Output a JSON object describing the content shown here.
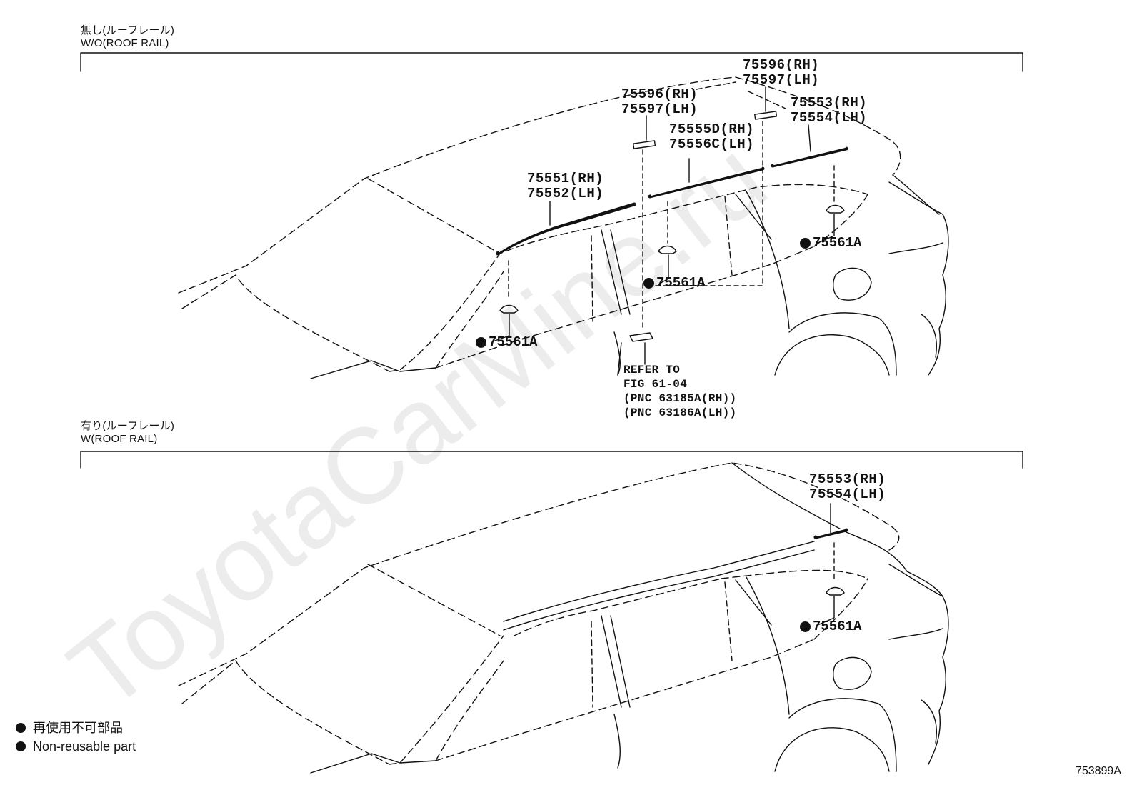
{
  "sections": [
    {
      "title_jp": "無し(ルーフレール)",
      "title_en": "W/O(ROOF RAIL)"
    },
    {
      "title_jp": "有り(ルーフレール)",
      "title_en": "W(ROOF RAIL)"
    }
  ],
  "callouts_top": {
    "p75596_a": {
      "rh": "75596(RH)",
      "lh": "75597(LH)"
    },
    "p75596_b": {
      "rh": "75596(RH)",
      "lh": "75597(LH)"
    },
    "p75553": {
      "rh": "75553(RH)",
      "lh": "75554(LH)"
    },
    "p75555": {
      "rh": "75555D(RH)",
      "lh": "75556C(LH)"
    },
    "p75551": {
      "rh": "75551(RH)",
      "lh": "75552(LH)"
    },
    "clip": "75561A"
  },
  "reference": {
    "line1": "REFER TO",
    "line2": "FIG 61-04",
    "line3": "(PNC 63185A(RH))",
    "line4": "(PNC 63186A(LH))"
  },
  "callouts_bottom": {
    "p75553": {
      "rh": "75553(RH)",
      "lh": "75554(LH)"
    },
    "clip": "75561A"
  },
  "legend": {
    "jp": "再使用不可部品",
    "en": "Non-reusable part"
  },
  "figure_code": "753899A",
  "watermark": "ToyotaCarMine.ru",
  "colors": {
    "ink": "#111111",
    "watermark": "#e8e8e8"
  }
}
